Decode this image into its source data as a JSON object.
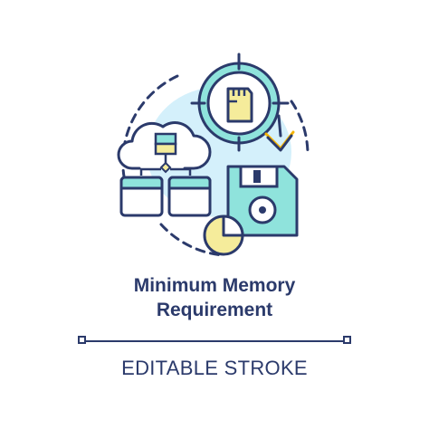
{
  "title": {
    "line1": "Minimum Memory",
    "line2": "Requirement"
  },
  "caption": "EDITABLE STROKE",
  "colors": {
    "stroke": "#2b3a6b",
    "accent_cyan": "#8fe3dc",
    "accent_yellow": "#f5ec9b",
    "pale_blue": "#d4f0fb",
    "background": "#ffffff"
  },
  "icons": [
    "dashed-circle-icon",
    "cloud-icon",
    "server-icon",
    "browser-window-icon",
    "target-crosshair-icon",
    "sd-card-icon",
    "down-arrow-icon",
    "floppy-disk-icon",
    "pie-chart-icon"
  ]
}
